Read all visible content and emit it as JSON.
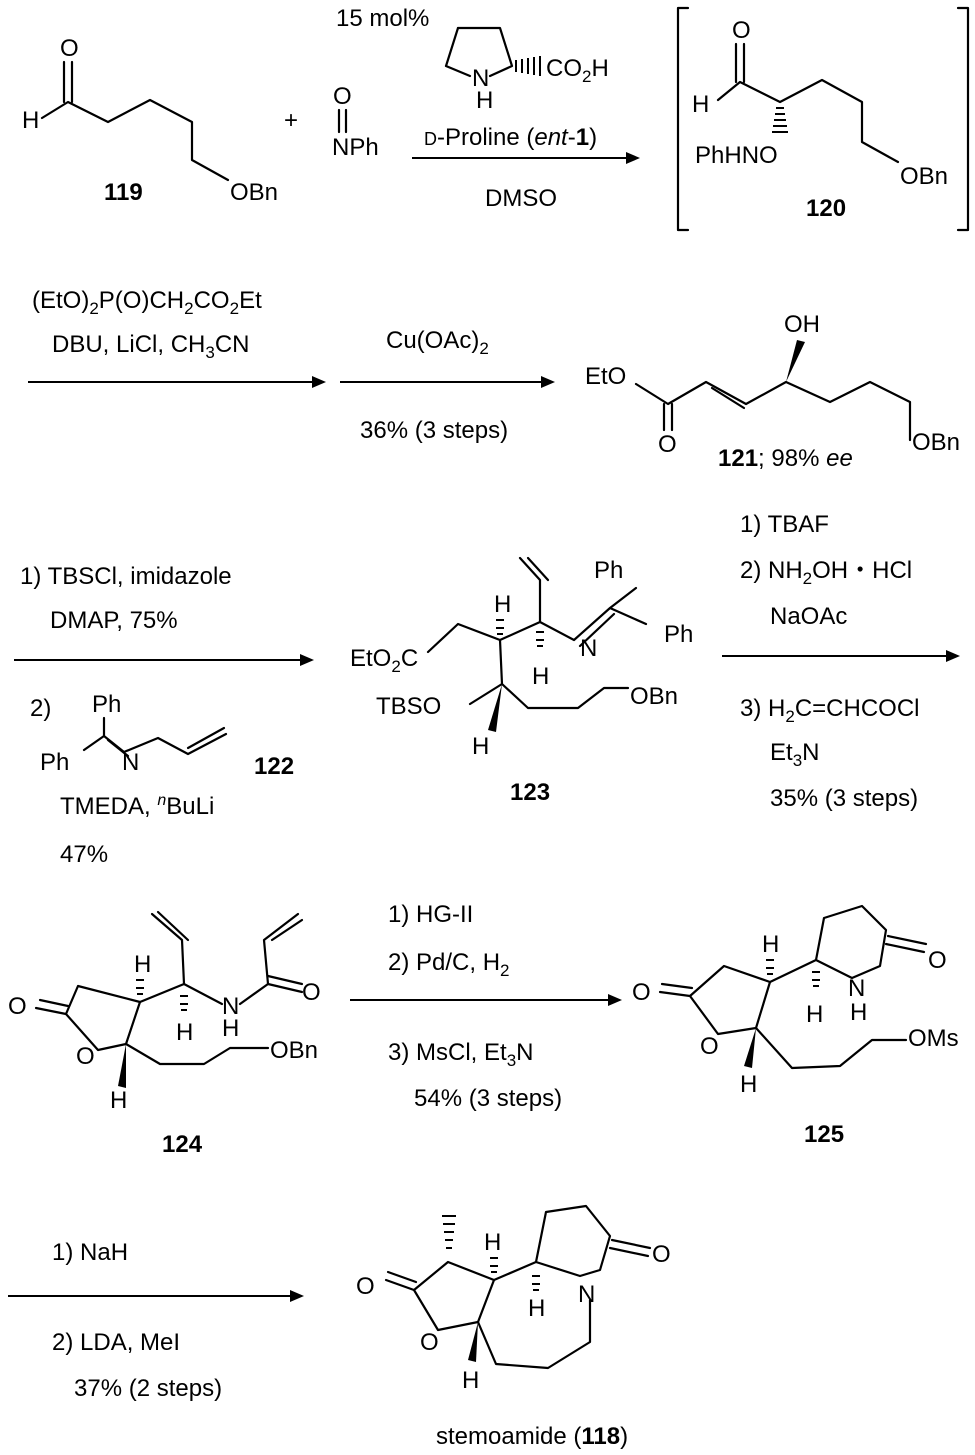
{
  "step1": {
    "catalyst_loading": "15 mol%",
    "catalyst_acid": "CO",
    "catalyst_acid_sub": "2",
    "catalyst_acid_tail": "H",
    "catalyst_nh": "N",
    "catalyst_h": "H",
    "plus": "+",
    "nitroso_o": "O",
    "nitroso_n": "NPh",
    "conditions_a_prefix": "D",
    "conditions_a_mid": "-Proline (",
    "conditions_a_ent": "ent",
    "conditions_a_dash": "-",
    "conditions_a_num": "1",
    "conditions_a_close": ")",
    "conditions_b": "DMSO"
  },
  "compound_119": {
    "label": "119",
    "o": "O",
    "h": "H",
    "obn": "OBn"
  },
  "compound_120": {
    "label": "120",
    "o": "O",
    "h": "H",
    "phhno": "PhHNO",
    "obn": "OBn"
  },
  "step2": {
    "reagent1_a": "(EtO)",
    "reagent1_b": "2",
    "reagent1_c": "P(O)CH",
    "reagent1_d": "2",
    "reagent1_e": "CO",
    "reagent1_f": "2",
    "reagent1_g": "Et",
    "reagent2_a": "DBU, LiCl, CH",
    "reagent2_b": "3",
    "reagent2_c": "CN",
    "reagent3_a": "Cu(OAc)",
    "reagent3_b": "2",
    "yield": "36% (3 steps)"
  },
  "compound_121": {
    "label": "121",
    "ee_text": "; 98% ",
    "ee_italic": "ee",
    "oh": "OH",
    "eto": "EtO",
    "o": "O",
    "obn": "OBn"
  },
  "step3": {
    "line1": "1) TBSCl, imidazole",
    "line2": "DMAP, 75%",
    "line3": "2)",
    "ph1": "Ph",
    "ph2": "Ph",
    "n": "N",
    "label_122": "122",
    "line4_a": "TMEDA, ",
    "line4_sup": "n",
    "line4_b": "BuLi",
    "line5": "47%"
  },
  "compound_123": {
    "label": "123",
    "eto2c_a": "EtO",
    "eto2c_b": "2",
    "eto2c_c": "C",
    "tbso": "TBSO",
    "h1": "H",
    "h2": "H",
    "h3": "H",
    "n": "N",
    "ph1": "Ph",
    "ph2": "Ph",
    "obn": "OBn"
  },
  "step4": {
    "line1": "1) TBAF",
    "line2_a": "2) NH",
    "line2_b": "2",
    "line2_c": "OH・HCl",
    "line3": "NaOAc",
    "line4_a": "3) H",
    "line4_b": "2",
    "line4_c": "C=CHCOCl",
    "line5_a": "Et",
    "line5_b": "3",
    "line5_c": "N",
    "line6": "35% (3 steps)"
  },
  "compound_124": {
    "label": "124",
    "o1": "O",
    "o2": "O",
    "o3": "O",
    "h1": "H",
    "h2": "H",
    "h3": "H",
    "n": "N",
    "nh": "H",
    "obn": "OBn"
  },
  "step5": {
    "line1": "1) HG-II",
    "line2_a": "2) Pd/C, H",
    "line2_b": "2",
    "line3_a": "3) MsCl, Et",
    "line3_b": "3",
    "line3_c": "N",
    "line4": "54% (3 steps)"
  },
  "compound_125": {
    "label": "125",
    "o1": "O",
    "o2": "O",
    "o3": "O",
    "h1": "H",
    "h2": "H",
    "h3": "H",
    "n": "N",
    "nh": "H",
    "oms": "OMs"
  },
  "step6": {
    "line1": "1) NaH",
    "line2": "2) LDA, MeI",
    "line3": "37% (2 steps)"
  },
  "compound_118": {
    "name": "stemoamide (",
    "num": "118",
    "close": ")",
    "o1": "O",
    "o2": "O",
    "o3": "O",
    "n": "N",
    "h1": "H",
    "h2": "H",
    "h3": "H"
  }
}
